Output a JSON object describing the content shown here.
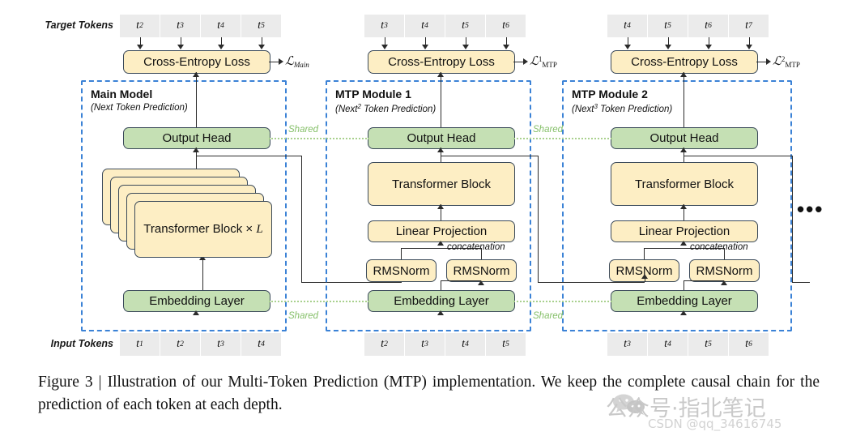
{
  "figure": {
    "row_labels": {
      "target": "Target Tokens",
      "input": "Input Tokens"
    },
    "concatenation_label": "concatenation",
    "shared_label": "Shared",
    "ellipsis": "•••",
    "loss_symbol": "ℒ"
  },
  "columns": [
    {
      "id": "main",
      "title": "Main Model",
      "subtitle_pre": "(Next",
      "subtitle_sup": "",
      "subtitle_post": " Token Prediction)",
      "loss_sub": "Main",
      "loss_sup": "",
      "ce_label": "Cross-Entropy Loss",
      "output_head_label": "Output Head",
      "transformer_label": "Transformer Block × ",
      "transformer_italic": "L",
      "embedding_label": "Embedding Layer",
      "target_tokens": [
        {
          "t": "t",
          "sub": "2"
        },
        {
          "t": "t",
          "sub": "3"
        },
        {
          "t": "t",
          "sub": "4"
        },
        {
          "t": "t",
          "sub": "5"
        }
      ],
      "input_tokens": [
        {
          "t": "t",
          "sub": "1"
        },
        {
          "t": "t",
          "sub": "2"
        },
        {
          "t": "t",
          "sub": "3"
        },
        {
          "t": "t",
          "sub": "4"
        }
      ]
    },
    {
      "id": "mtp1",
      "title": "MTP Module 1",
      "subtitle_pre": "(Next",
      "subtitle_sup": "2",
      "subtitle_post": " Token Prediction)",
      "loss_sub": "MTP",
      "loss_sup": "1",
      "ce_label": "Cross-Entropy Loss",
      "output_head_label": "Output Head",
      "transformer_label": "Transformer Block",
      "linear_label": "Linear Projection",
      "rmsnorm_left_label": "RMSNorm",
      "rmsnorm_right_label": "RMSNorm",
      "embedding_label": "Embedding Layer",
      "target_tokens": [
        {
          "t": "t",
          "sub": "3"
        },
        {
          "t": "t",
          "sub": "4"
        },
        {
          "t": "t",
          "sub": "5"
        },
        {
          "t": "t",
          "sub": "6"
        }
      ],
      "input_tokens": [
        {
          "t": "t",
          "sub": "2"
        },
        {
          "t": "t",
          "sub": "3"
        },
        {
          "t": "t",
          "sub": "4"
        },
        {
          "t": "t",
          "sub": "5"
        }
      ]
    },
    {
      "id": "mtp2",
      "title": "MTP Module 2",
      "subtitle_pre": "(Next",
      "subtitle_sup": "3",
      "subtitle_post": " Token Prediction)",
      "loss_sub": "MTP",
      "loss_sup": "2",
      "ce_label": "Cross-Entropy Loss",
      "output_head_label": "Output Head",
      "transformer_label": "Transformer Block",
      "linear_label": "Linear Projection",
      "rmsnorm_left_label": "RMSNorm",
      "rmsnorm_right_label": "RMSNorm",
      "embedding_label": "Embedding Layer",
      "target_tokens": [
        {
          "t": "t",
          "sub": "4"
        },
        {
          "t": "t",
          "sub": "5"
        },
        {
          "t": "t",
          "sub": "6"
        },
        {
          "t": "t",
          "sub": "7"
        }
      ],
      "input_tokens": [
        {
          "t": "t",
          "sub": "3"
        },
        {
          "t": "t",
          "sub": "4"
        },
        {
          "t": "t",
          "sub": "5"
        },
        {
          "t": "t",
          "sub": "6"
        }
      ]
    }
  ],
  "caption": {
    "prefix": "Figure 3 | ",
    "text": "Illustration of our Multi-Token Prediction (MTP) implementation.  We keep the complete causal chain for the prediction of each token at each depth."
  },
  "watermarks": {
    "wechat": "公众号·指北笔记",
    "csdn": "CSDN @qq_34616745"
  },
  "colors": {
    "module_border": "#3b82d6",
    "box_border": "#3b4a5a",
    "cream_fill": "#fdeec4",
    "green_fill": "#c5e0b4",
    "shared_green": "#86c06a",
    "token_fill": "#ebebeb"
  }
}
